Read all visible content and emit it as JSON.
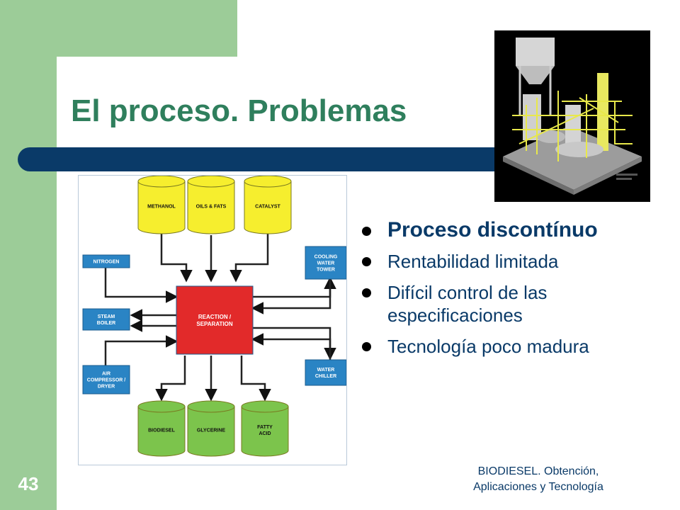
{
  "slide": {
    "title": "El proceso. Problemas",
    "bullets": [
      "Proceso discontínuo",
      "Rentabilidad limitada",
      "Difícil control de las especificaciones",
      "Tecnología poco madura"
    ],
    "page_number": "43",
    "footer_line1": "BIODIESEL. Obtención,",
    "footer_line2": "Aplicaciones y Tecnología"
  },
  "diagram": {
    "inputs": [
      "METHANOL",
      "OILS & FATS",
      "CATALYST"
    ],
    "center": [
      "REACTION /",
      "SEPARATION"
    ],
    "left_utilities": [
      [
        "NITROGEN"
      ],
      [
        "STEAM",
        "BOILER"
      ],
      [
        "AIR",
        "COMPRESSOR /",
        "DRYER"
      ]
    ],
    "right_utilities": [
      [
        "COOLING",
        "WATER",
        "TOWER"
      ],
      [
        "WATER",
        "CHILLER"
      ]
    ],
    "outputs": [
      [
        "BIODIESEL"
      ],
      [
        "GLYCERINE"
      ],
      [
        "FATTY",
        "ACID"
      ]
    ],
    "colors": {
      "input_tank": "#f6ee2e",
      "reactor": "#e22a2a",
      "utility": "#2a84c4",
      "output_tank": "#7cc44c"
    }
  },
  "theme": {
    "green": "#9ccc98",
    "navy": "#0a3a68",
    "title_green": "#2f7f5d"
  }
}
